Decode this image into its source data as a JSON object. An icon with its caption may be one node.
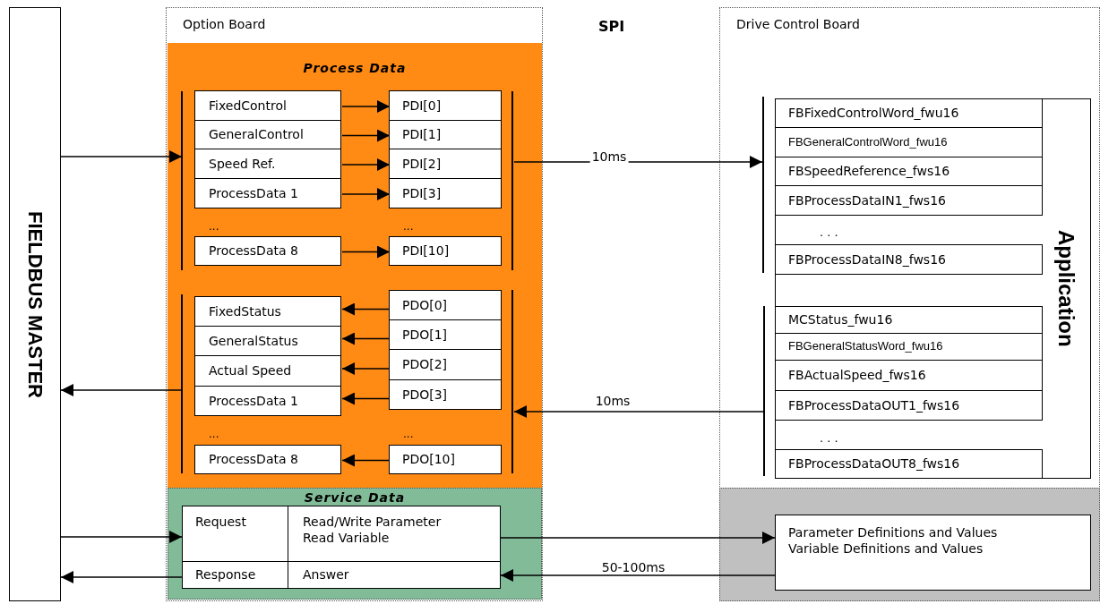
{
  "diagram": {
    "nodes": [
      {
        "text": [
          "FIELDBUS MASTER"
        ]
      },
      {
        "text": [
          "Option Board"
        ]
      },
      {
        "text": [
          "Process Data"
        ],
        "in": 1
      },
      {
        "text": [],
        "shape": "bar",
        "in": 2
      },
      {
        "text": [
          "FixedControl"
        ],
        "in": 2
      },
      {
        "text": [
          "PDI[0]"
        ],
        "in": 2
      },
      {
        "text": [
          "GeneralControl"
        ],
        "in": 2
      },
      {
        "text": [
          "PDI[1]"
        ],
        "in": 2
      },
      {
        "text": [
          "Speed Ref."
        ],
        "in": 2
      },
      {
        "text": [
          "PDI[2]"
        ],
        "in": 2
      },
      {
        "text": [
          "ProcessData 1"
        ],
        "in": 2
      },
      {
        "text": [
          "PDI[3]"
        ],
        "in": 2
      },
      {
        "text": [
          "ProcessData 8"
        ],
        "in": 2
      },
      {
        "text": [
          "PDI[10]"
        ],
        "in": 2
      },
      {
        "text": [],
        "shape": "bar",
        "in": 2
      },
      {
        "text": [],
        "shape": "bar",
        "in": 2
      },
      {
        "text": [
          "FixedStatus"
        ],
        "in": 2
      },
      {
        "text": [
          "PDO[0]"
        ],
        "in": 2
      },
      {
        "text": [
          "GeneralStatus"
        ],
        "in": 2
      },
      {
        "text": [
          "PDO[1]"
        ],
        "in": 2
      },
      {
        "text": [
          "Actual Speed"
        ],
        "in": 2
      },
      {
        "text": [
          "PDO[2]"
        ],
        "in": 2
      },
      {
        "text": [
          "ProcessData 1"
        ],
        "in": 2
      },
      {
        "text": [
          "PDO[3]"
        ],
        "in": 2
      },
      {
        "text": [
          "ProcessData 8"
        ],
        "in": 2
      },
      {
        "text": [
          "PDO[10]"
        ],
        "in": 2
      },
      {
        "text": [],
        "shape": "bar",
        "in": 2
      },
      {
        "text": [
          "Service Data"
        ],
        "in": 1
      },
      {
        "text": [
          "Request"
        ],
        "in": 27
      },
      {
        "text": [
          "Read/Write Parameter",
          "Read Variable"
        ],
        "in": 27
      },
      {
        "text": [
          "Response"
        ],
        "in": 27
      },
      {
        "text": [
          "Answer"
        ],
        "in": 27
      },
      {
        "text": [
          "Drive Control Board"
        ]
      },
      {
        "text": [
          "Application"
        ],
        "in": 32
      },
      {
        "text": [],
        "shape": "bar",
        "in": 32
      },
      {
        "text": [
          "FBFixedControlWord_fwu16"
        ],
        "in": 33
      },
      {
        "text": [
          "FBGeneralControlWord_fwu16"
        ],
        "in": 33
      },
      {
        "text": [
          "FBSpeedReference_fws16"
        ],
        "in": 33
      },
      {
        "text": [
          "FBProcessDataIN1_fws16"
        ],
        "in": 33
      },
      {
        "text": [
          "FBProcessDataIN8_fws16"
        ],
        "in": 33
      },
      {
        "text": [],
        "shape": "bar",
        "in": 32
      },
      {
        "text": [
          "MCStatus_fwu16"
        ],
        "in": 33
      },
      {
        "text": [
          "FBGeneralStatusWord_fwu16"
        ],
        "in": 33
      },
      {
        "text": [
          "FBActualSpeed_fws16"
        ],
        "in": 33
      },
      {
        "text": [
          "FBProcessDataOUT1_fws16"
        ],
        "in": 33
      },
      {
        "text": [
          "FBProcessDataOUT8_fws16"
        ],
        "in": 33
      },
      {
        "text": [],
        "shape": "box",
        "in": 32
      },
      {
        "text": [
          "Parameter Definitions and Values",
          "Variable Definitions and Values"
        ],
        "in": 46
      }
    ],
    "edges": [
      {
        "from": 0,
        "to": 3,
        "arrow": "to"
      },
      {
        "from": 4,
        "to": 5,
        "arrow": "to"
      },
      {
        "from": 6,
        "to": 7,
        "arrow": "to"
      },
      {
        "from": 8,
        "to": 9,
        "arrow": "to"
      },
      {
        "from": 10,
        "to": 11,
        "arrow": "to"
      },
      {
        "from": 12,
        "to": 13,
        "arrow": "to"
      },
      {
        "from": 14,
        "to": 34,
        "arrow": "to",
        "label": "10ms"
      },
      {
        "from": 17,
        "to": 16,
        "arrow": "to"
      },
      {
        "from": 19,
        "to": 18,
        "arrow": "to"
      },
      {
        "from": 21,
        "to": 20,
        "arrow": "to"
      },
      {
        "from": 23,
        "to": 22,
        "arrow": "to"
      },
      {
        "from": 25,
        "to": 24,
        "arrow": "to"
      },
      {
        "from": 40,
        "to": 26,
        "arrow": "to",
        "label": "10ms"
      },
      {
        "from": 15,
        "to": 0,
        "arrow": "to"
      },
      {
        "from": 0,
        "to": 28,
        "arrow": "to"
      },
      {
        "from": 30,
        "to": 0,
        "arrow": "to"
      },
      {
        "from": 29,
        "to": 47,
        "arrow": "to"
      },
      {
        "from": 47,
        "to": 31,
        "arrow": "to",
        "label": "50-100ms"
      }
    ],
    "labels": [
      "SPI",
      "...",
      "...",
      "...",
      "...",
      ". . .",
      ". . ."
    ]
  }
}
